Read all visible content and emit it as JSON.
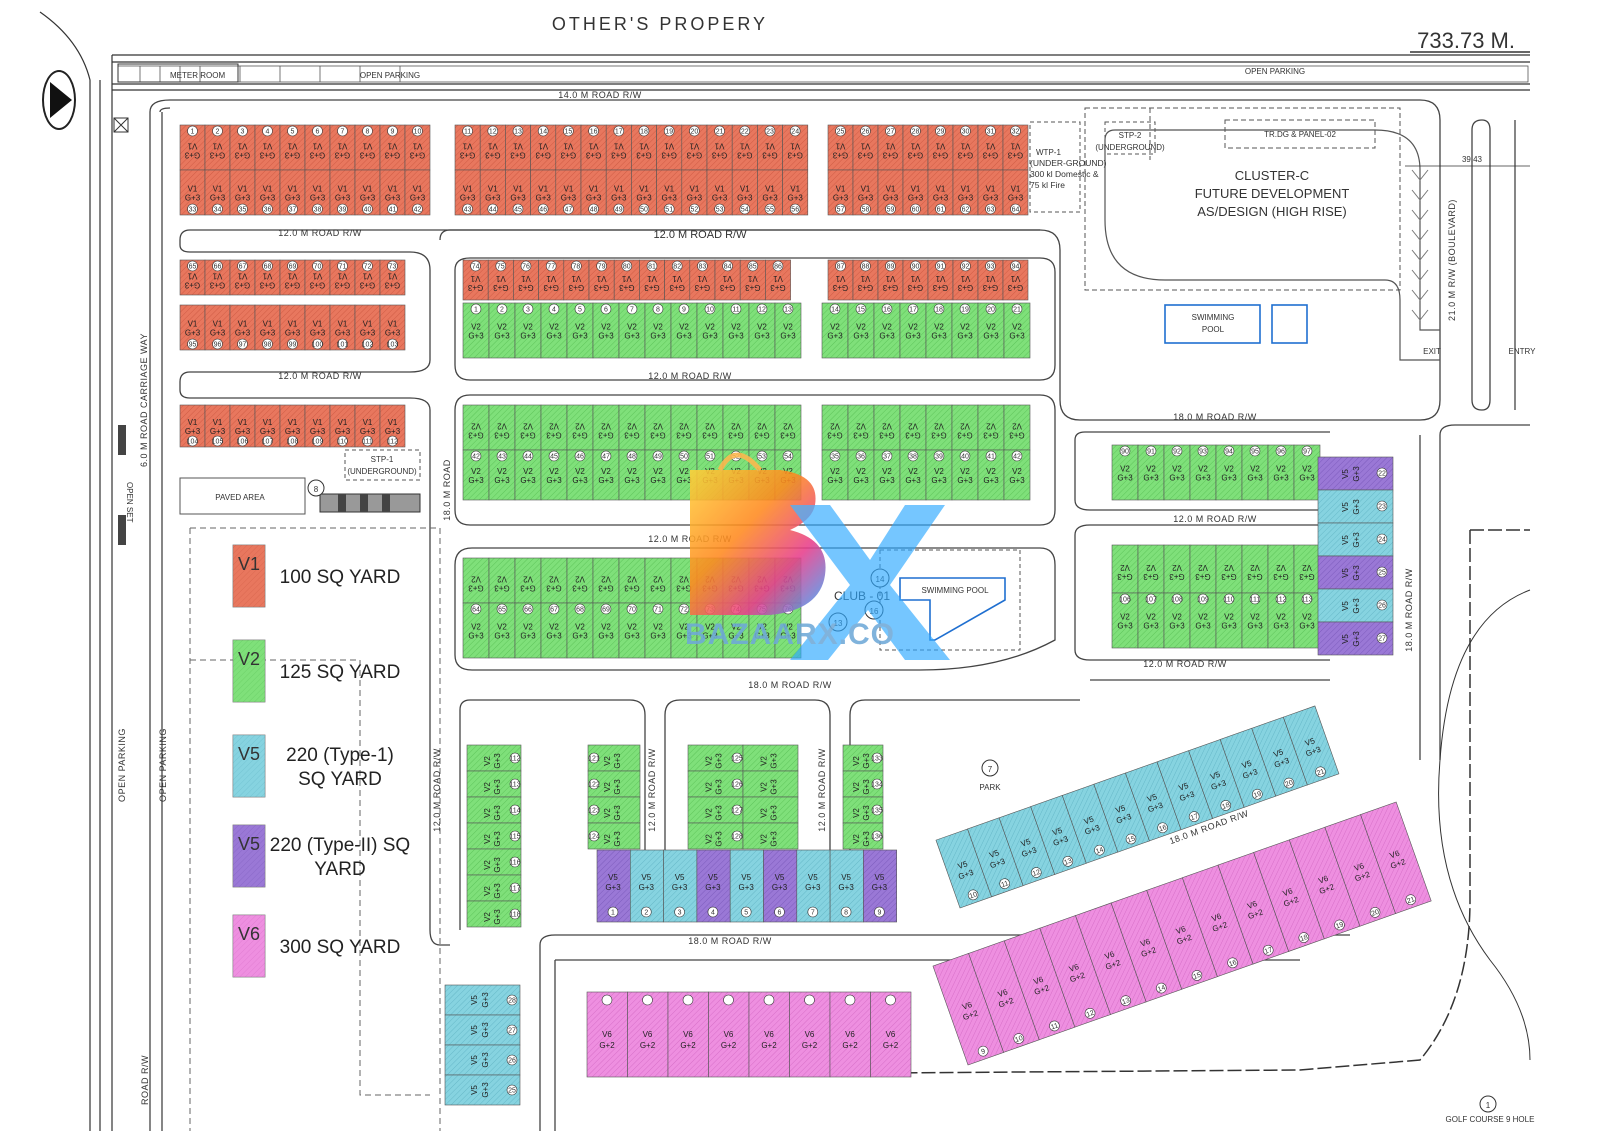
{
  "header": {
    "top_label": "OTHER'S PROPERY",
    "dimension": "733.73 M."
  },
  "labels": {
    "meter_room": "METER ROOM",
    "open_parking_1": "OPEN PARKING",
    "open_parking_2": "OPEN PARKING",
    "road_14": "14.0 M ROAD R/W",
    "road_12_a": "12.0 M ROAD R/W",
    "road_12_b": "12.0 M ROAD  R/W",
    "road_12_c": "12.0 M ROAD  R/W",
    "road_12_d": "12.0 M ROAD  R/W",
    "road_12_e": "12.0 M ROAD  R/W",
    "road_12_f": "12.0 M ROAD R/W",
    "road_12_g": "12.0 M ROAD  R/W",
    "road_18_a": "18.0 M ROAD  R/W",
    "road_18_b": "18.0 M ROAD  R/W",
    "road_18_c": "18.0 M ROAD R/W",
    "road_18_d": "18.0 M ROAD R/W",
    "road_18_e": "18.0 M ROAD",
    "road_18_f": "18.0 M ROAD R/W",
    "road_12_v1": "12.0 M ROAD R/W",
    "road_12_v2": "12.0 M ROAD R/W",
    "road_12_v3": "12.0 M ROAD R/W",
    "road_6": "6.0 M ROAD CARRIAGE WAY",
    "road_21": "21.0 M R/W (BOULEVARD)",
    "open_parking_v1": "OPEN PARKING",
    "open_parking_v2": "OPEN PARKING",
    "road_rw": "ROAD R/W",
    "wtp": "WTP-1",
    "wtp_detail": "(UNDER-GROUND) 300 kl Domestic & 75 kl Fire",
    "stp2": "STP-2",
    "stp2_sub": "(UNDERGROUND)",
    "stp1": "STP-1",
    "stp1_sub": "(UNDERGROUND)",
    "trdg": "TR.DG & PANEL-02",
    "cluster_c_1": "CLUSTER-C",
    "cluster_c_2": "FUTURE DEVELOPMENT",
    "cluster_c_3": "AS/DESIGN (HIGH RISE)",
    "measure": "39.43",
    "swimming_pool_1": "SWIMMING",
    "swimming_pool_2": "POOL",
    "swimming_pool_club": "SWIMMING POOL",
    "club": "CLUB - 01",
    "exit": "EXIT",
    "entry": "ENTRY",
    "paved_area": "PAVED AREA",
    "park": "PARK",
    "golf": "GOLF COURSE 9 HOLE",
    "open_set": "OPEN SET"
  },
  "markers": {
    "m1": "1",
    "m7": "7",
    "m8": "8",
    "m13": "13",
    "m14": "14",
    "m16": "16"
  },
  "legend": [
    {
      "code": "V1",
      "text1": "100 SQ YARD",
      "text2": "",
      "color": "#e8775e"
    },
    {
      "code": "V2",
      "text1": "125 SQ YARD",
      "text2": "",
      "color": "#7fe07a"
    },
    {
      "code": "V5",
      "text1": "220 (Type-1)",
      "text2": "SQ YARD",
      "color": "#86d3e0"
    },
    {
      "code": "V5",
      "text1": "220 (Type-II) SQ",
      "text2": "YARD",
      "color": "#9a78d6"
    },
    {
      "code": "V6",
      "text1": "300 SQ YARD",
      "text2": "",
      "color": "#ee8fe0"
    }
  ],
  "unit_labels": {
    "v1": "V1",
    "v2": "V2",
    "v5": "V5",
    "v6": "V6",
    "g3": "G+3",
    "g2": "G+2"
  },
  "watermark": {
    "text": "BAZAARX.CO",
    "colors": [
      "#ff8a1f",
      "#e83e8c",
      "#2ea8ff",
      "#ffd23b"
    ]
  }
}
